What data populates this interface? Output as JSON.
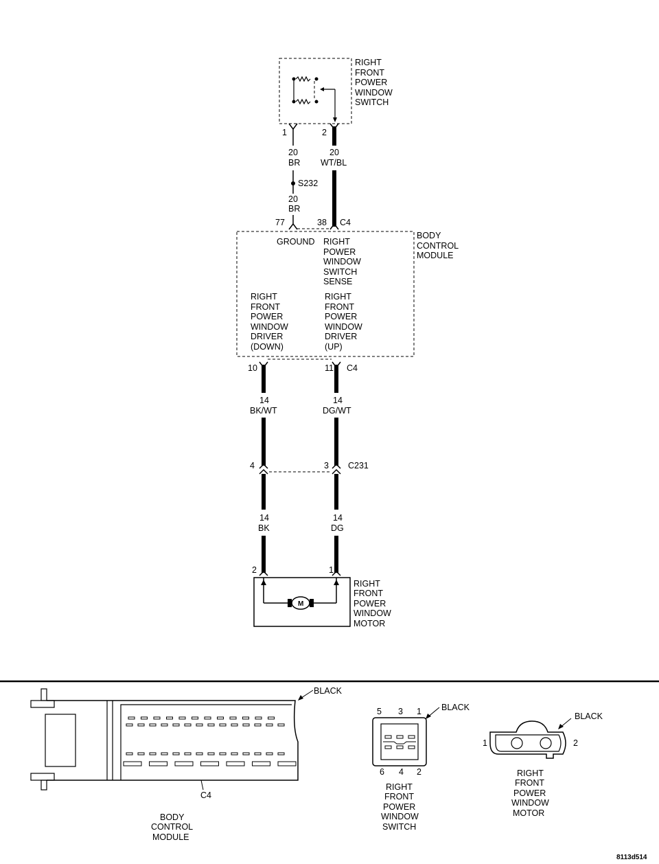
{
  "switch": {
    "name_lines": [
      "RIGHT",
      "FRONT",
      "POWER",
      "WINDOW",
      "SWITCH"
    ],
    "pin1": "1",
    "pin2": "2"
  },
  "wires": {
    "sw1_gauge": "20",
    "sw1_color": "BR",
    "sw2_gauge": "20",
    "sw2_color": "WT/BL",
    "splice": "S232",
    "br2_gauge": "20",
    "br2_color": "BR",
    "down_gauge": "14",
    "down_color": "BK/WT",
    "up_gauge": "14",
    "up_color": "DG/WT",
    "motor2_gauge": "14",
    "motor2_color": "BK",
    "motor1_gauge": "14",
    "motor1_color": "DG"
  },
  "bcm": {
    "name_lines": [
      "BODY",
      "CONTROL",
      "MODULE"
    ],
    "pin_ground": "77",
    "pin_sense": "38",
    "connector_top": "C4",
    "ground_label": "GROUND",
    "sense_lines": [
      "RIGHT",
      "POWER",
      "WINDOW",
      "SWITCH",
      "SENSE"
    ],
    "down_lines": [
      "RIGHT",
      "FRONT",
      "POWER",
      "WINDOW",
      "DRIVER",
      "(DOWN)"
    ],
    "up_lines": [
      "RIGHT",
      "FRONT",
      "POWER",
      "WINDOW",
      "DRIVER",
      "(UP)"
    ],
    "pin_down": "10",
    "pin_up": "11",
    "connector_bottom": "C4"
  },
  "inline_connector": {
    "pin_left": "4",
    "pin_right": "3",
    "name": "C231"
  },
  "motor": {
    "name_lines": [
      "RIGHT",
      "FRONT",
      "POWER",
      "WINDOW",
      "MOTOR"
    ],
    "pin_left": "2",
    "pin_right": "1",
    "symbol": "M"
  },
  "connector_views": {
    "bcm": {
      "color": "BLACK",
      "label": "C4",
      "name_lines": [
        "BODY",
        "CONTROL",
        "MODULE"
      ]
    },
    "switch": {
      "color": "BLACK",
      "pins_top": [
        "5",
        "3",
        "1"
      ],
      "pins_bottom": [
        "6",
        "4",
        "2"
      ],
      "name_lines": [
        "RIGHT",
        "FRONT",
        "POWER",
        "WINDOW",
        "SWITCH"
      ]
    },
    "motor": {
      "color": "BLACK",
      "pin_left": "1",
      "pin_right": "2",
      "name_lines": [
        "RIGHT",
        "FRONT",
        "POWER",
        "WINDOW",
        "MOTOR"
      ]
    }
  },
  "figure_id": "8113d514"
}
